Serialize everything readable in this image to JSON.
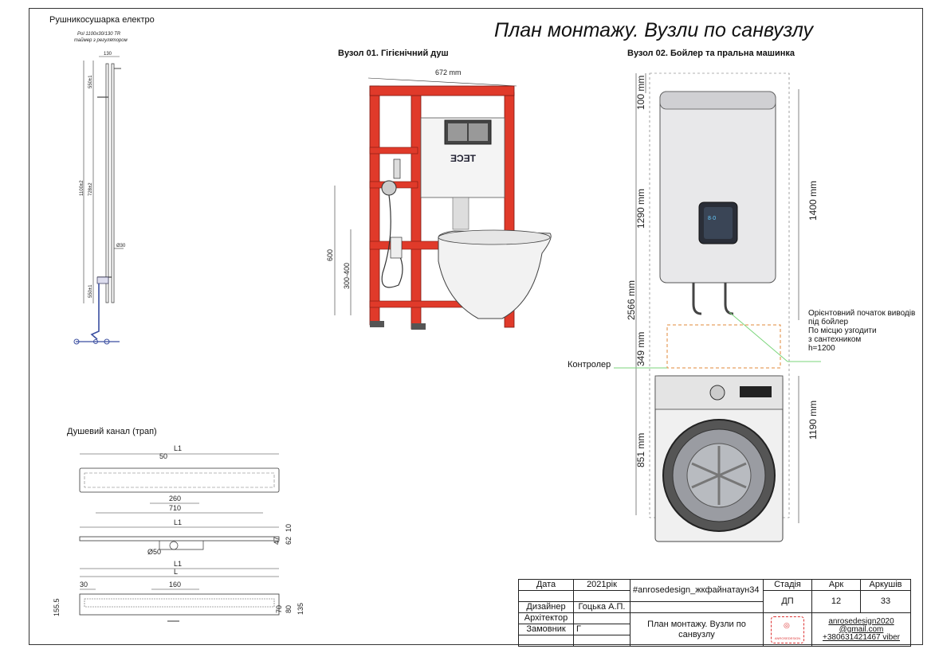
{
  "title": "План монтажу. Вузли по санвузлу",
  "towel": {
    "heading": "Рушникосушарка електро",
    "caption1": "Pol 1100x30/130 TR",
    "caption2": "таймер з регулятором",
    "dim_top": "130",
    "dim_total": "1100±2",
    "dim_a": "550±1",
    "dim_b": "728±2",
    "dim_c": "550±1",
    "dim_d": "Ø30"
  },
  "drain": {
    "heading": "Душевий канал (трап)",
    "L1": "L1",
    "L": "L",
    "d50": "50",
    "d260": "260",
    "d710": "710",
    "d30": "30",
    "d160": "160",
    "d155": "155.5",
    "dphi": "Ø50",
    "r47": "47",
    "r62": "62",
    "r10": "10",
    "r70": "70",
    "r80": "80",
    "r135": "135"
  },
  "node1": {
    "heading": "Вузол 01. Гігієнічний душ",
    "brand": "ƎƆƎT",
    "width": "672 mm",
    "h600": "600",
    "h300": "300-400"
  },
  "node2": {
    "heading": "Вузол 02. Бойлер та пральна машинка",
    "d100": "100 mm",
    "d1290": "1290 mm",
    "d2566": "2566 mm",
    "d349": "349 mm",
    "d851": "851 mm",
    "d1400": "1400 mm",
    "d1190": "1190 mm",
    "controller": "Контролер",
    "note": [
      "Орієнтовний початок виводів",
      "під бойлер",
      "По місцю узгодити",
      "з сантехником",
      "h=1200"
    ]
  },
  "titleblock": {
    "date_label": "Дата",
    "date_value": "2021рік",
    "designer_label": "Дизайнер",
    "designer_value": "Гоцька А.П.",
    "architect_label": "Архітектор",
    "client_label": "Замовник",
    "client_value": "Г",
    "project": "#anrosedesign_жкфайнатаун34",
    "sheet_name": "План монтажу. Вузли по санвузлу",
    "stage_label": "Стадія",
    "stage_value": "ДП",
    "sheet_label": "Арк",
    "sheet_value": "12",
    "sheets_label": "Аркушів",
    "sheets_value": "33",
    "logo_text": "ANROSEDESIGN",
    "contact1": "anrosedesign2020",
    "contact2": "@gmail.com",
    "contact3": "+380631421467 viber"
  }
}
